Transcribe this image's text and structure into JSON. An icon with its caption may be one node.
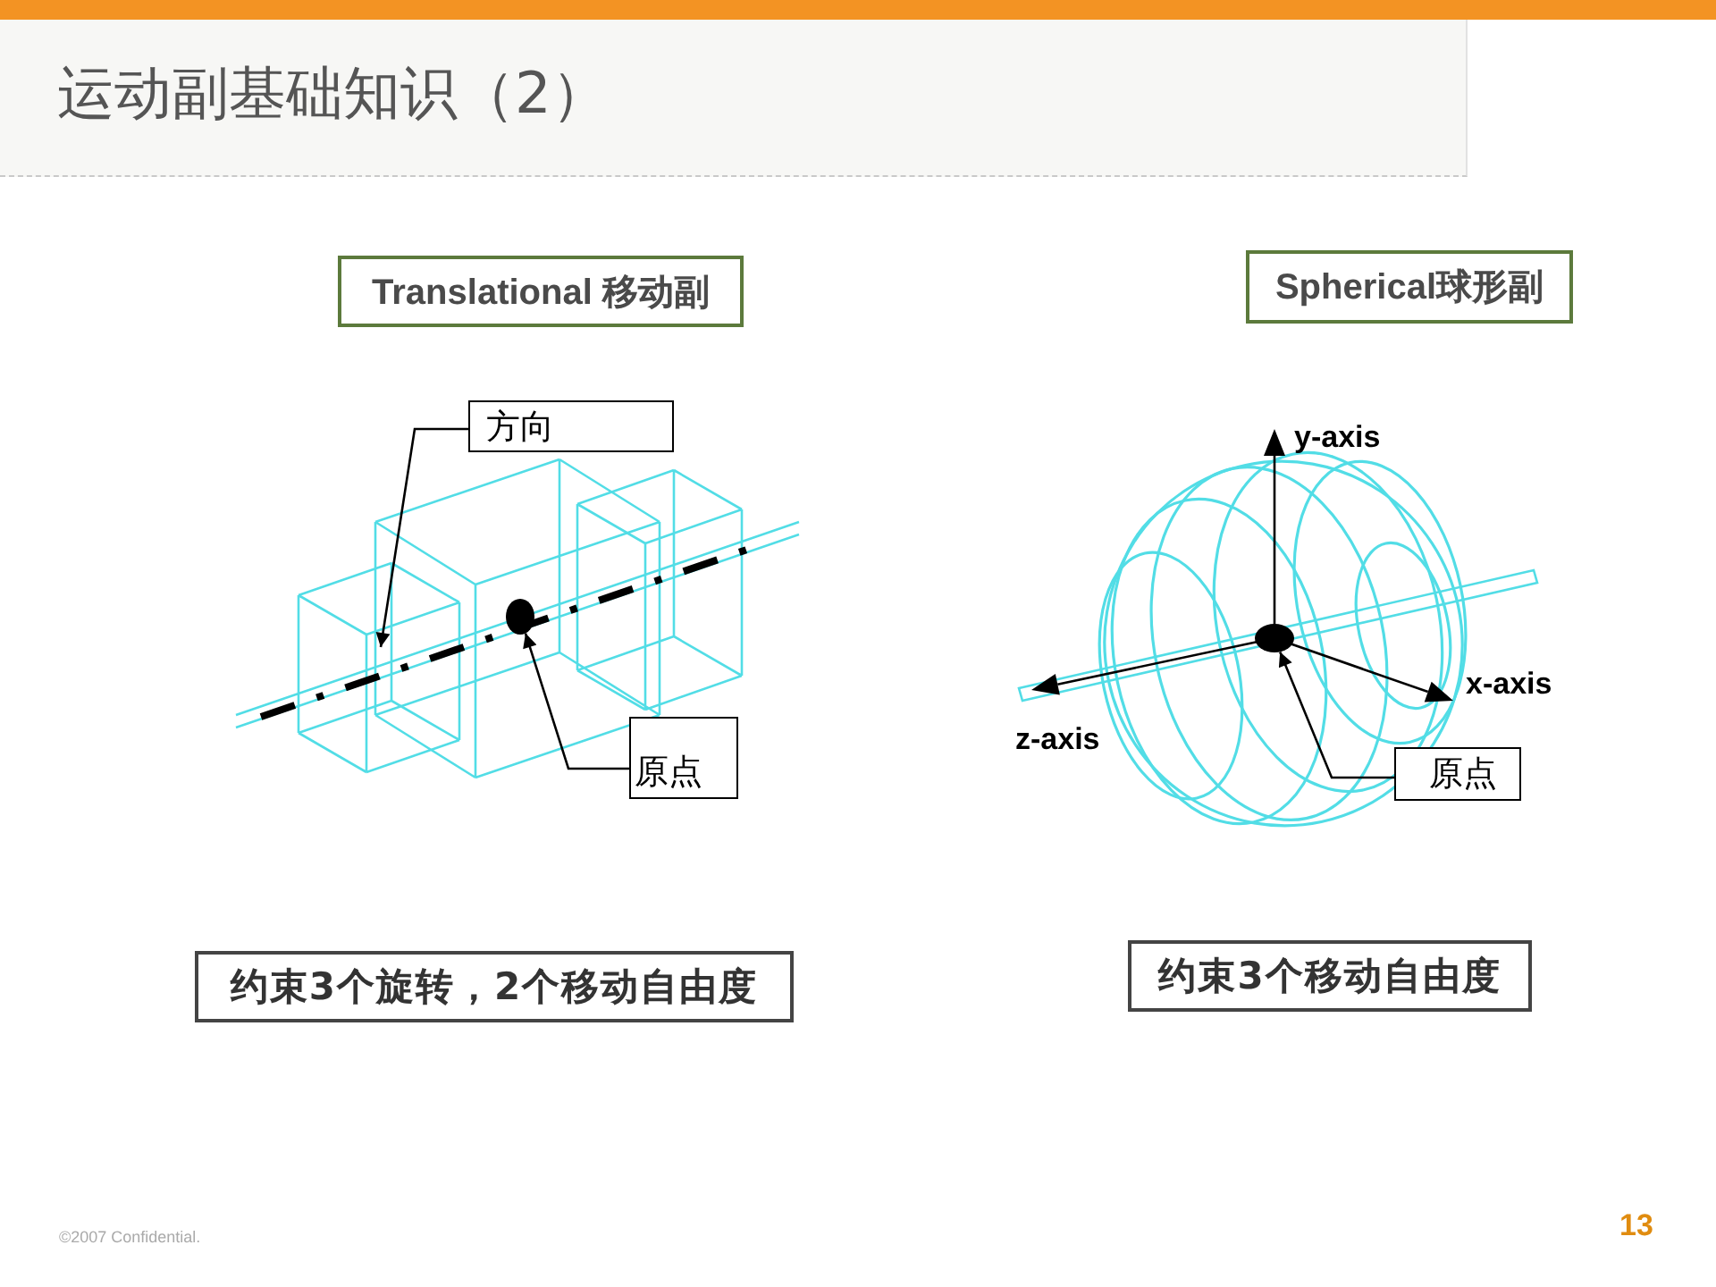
{
  "diagram": {
    "title": "运动副基础知识（2）",
    "nodes": [
      {
        "text": [
          "Translational 移动副"
        ]
      },
      {
        "text": [
          "Spherical球形副"
        ]
      },
      {
        "text": [
          "方向"
        ]
      },
      {
        "text": [],
        "shape": "circle"
      },
      {
        "text": [
          "原点"
        ]
      },
      {
        "text": [],
        "shape": "circle"
      },
      {
        "text": [
          "原点"
        ]
      },
      {
        "text": [
          "约束3个旋转，2个移动自由度"
        ]
      },
      {
        "text": [
          "约束3个移动自由度"
        ]
      }
    ],
    "edges": [
      {
        "from": 2,
        "to": null,
        "arrow": "to"
      },
      {
        "from": 4,
        "to": 3,
        "arrow": "to"
      },
      {
        "from": 6,
        "to": 5,
        "arrow": "to"
      }
    ],
    "labels": [
      "y-axis",
      "x-axis",
      "z-axis",
      "©2007 Confidential.",
      "13"
    ]
  }
}
